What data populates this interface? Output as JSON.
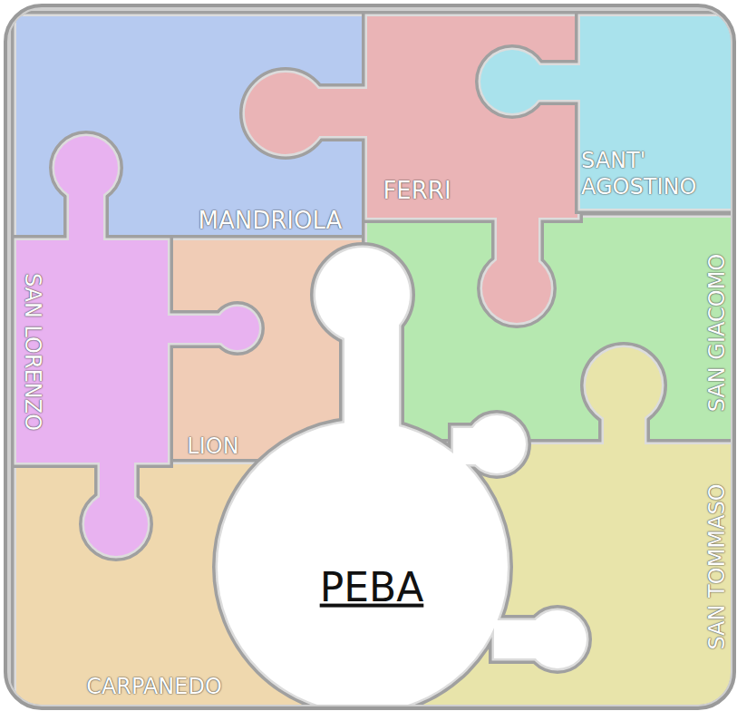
{
  "diagram": {
    "nodes": [
      {
        "text": [
          "MANDRIOLA"
        ]
      },
      {
        "text": [
          "FERRI"
        ]
      },
      {
        "text": [
          "SANT' AGOSTINO"
        ]
      },
      {
        "text": [
          "SAN LORENZO"
        ]
      },
      {
        "text": [
          "LION"
        ]
      },
      {
        "text": [
          "SAN GIACOMO"
        ]
      },
      {
        "text": [
          "PEBA"
        ]
      },
      {
        "text": [
          "SAN TOMMASO"
        ]
      },
      {
        "text": [
          "CARPANEDO"
        ]
      }
    ]
  }
}
